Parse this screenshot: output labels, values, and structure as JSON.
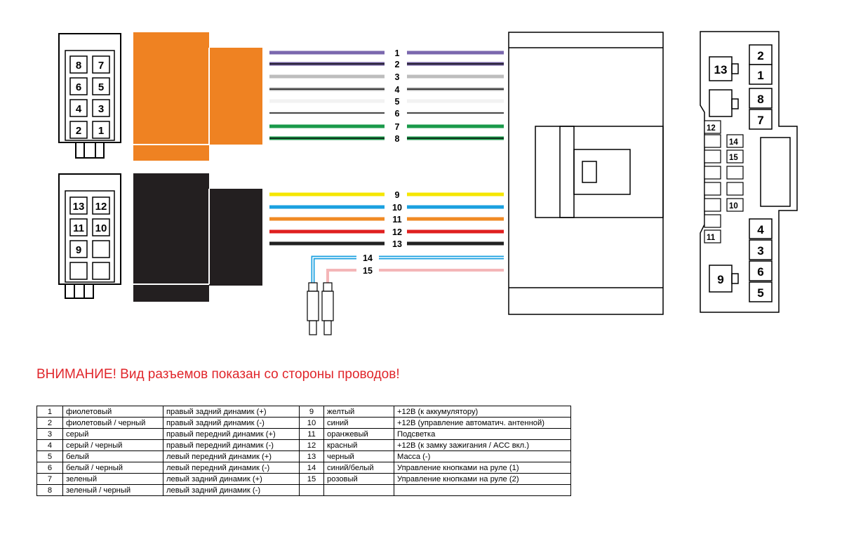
{
  "left_connector_a": {
    "pins": [
      [
        "8",
        "7"
      ],
      [
        "6",
        "5"
      ],
      [
        "4",
        "3"
      ],
      [
        "2",
        "1"
      ]
    ]
  },
  "left_connector_b": {
    "pins": [
      [
        "13",
        "12"
      ],
      [
        "11",
        "10"
      ],
      [
        "9",
        ""
      ],
      [
        "",
        ""
      ]
    ]
  },
  "wires": [
    {
      "num": "1",
      "color": "#7b68ae",
      "stripe": null
    },
    {
      "num": "2",
      "color": "#6c5a9a",
      "stripe": "#111111"
    },
    {
      "num": "3",
      "color": "#bdbdbd",
      "stripe": null
    },
    {
      "num": "4",
      "color": "#bdbdbd",
      "stripe": "#111111"
    },
    {
      "num": "5",
      "color": "#f2f2f2",
      "stripe": null
    },
    {
      "num": "6",
      "color": "#f2f2f2",
      "stripe": "#111111"
    },
    {
      "num": "7",
      "color": "#1a9a4a",
      "stripe": null
    },
    {
      "num": "8",
      "color": "#1a9a4a",
      "stripe": "#111111"
    },
    {
      "num": "9",
      "color": "#f5e600",
      "stripe": null
    },
    {
      "num": "10",
      "color": "#1aa0e0",
      "stripe": null
    },
    {
      "num": "11",
      "color": "#f08a24",
      "stripe": null
    },
    {
      "num": "12",
      "color": "#e02020",
      "stripe": null
    },
    {
      "num": "13",
      "color": "#222222",
      "stripe": null
    },
    {
      "num": "14",
      "color": "#1aa0e0",
      "stripe": "#ffffff"
    },
    {
      "num": "15",
      "color": "#f4b6b8",
      "stripe": null
    }
  ],
  "right_connector": {
    "pins_right": [
      "2",
      "1",
      "8",
      "7",
      "4",
      "3",
      "6",
      "5"
    ],
    "pins_left": [
      "13",
      "9",
      "12",
      "14",
      "15",
      "10",
      "11"
    ]
  },
  "colors": {
    "orange": "#ef8222",
    "black": "#231f20",
    "warning": "#e0262b"
  },
  "warning": "ВНИМАНИЕ! Вид разъемов показан со стороны проводов!",
  "legend": {
    "rows": [
      [
        "1",
        "фиолетовый",
        "правый задний динамик (+)",
        "9",
        "желтый",
        "+12В (к аккумулятору)"
      ],
      [
        "2",
        "фиолетовый / черный",
        "правый задний динамик (-)",
        "10",
        "синий",
        "+12В (управление автоматич. антенной)"
      ],
      [
        "3",
        "серый",
        "правый передний динамик (+)",
        "11",
        "оранжевый",
        "Подсветка"
      ],
      [
        "4",
        "серый / черный",
        "правый передний динамик (-)",
        "12",
        "красный",
        "+12В (к замку зажигания / ACC вкл.)"
      ],
      [
        "5",
        "белый",
        "левый передний динамик (+)",
        "13",
        "черный",
        "Масса (-)"
      ],
      [
        "6",
        "белый / черный",
        "левый передний динамик (-)",
        "14",
        "синий/белый",
        "Управление кнопками на руле (1)"
      ],
      [
        "7",
        "зеленый",
        "левый задний динамик (+)",
        "15",
        "розовый",
        "Управление кнопками на руле (2)"
      ],
      [
        "8",
        "зеленый / черный",
        "левый задний динамик (-)",
        "",
        "",
        ""
      ]
    ]
  }
}
